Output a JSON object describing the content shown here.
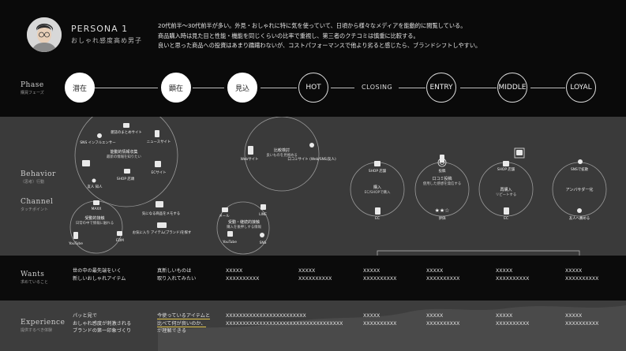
{
  "persona": {
    "title": "PERSONA 1",
    "subtitle": "おしゃれ感度高め男子",
    "description": [
      "20代前半〜30代前半が多い。外見・おしゃれに特に気を使っていて、日頃から様々なメディアを能動的に閲覧している。",
      "商品購入時は見た目と性能・機能を同じくらいの比率で重視し、第三者のクチコミは慎重に比較する。",
      "良いと思った商品への投資はあまり躊躇わないが、コストパフォーマンスで他より劣ると感じたら、ブランドシフトしやすい。"
    ]
  },
  "rows": {
    "phase": {
      "label": "Phase",
      "sub": "購買フェーズ"
    },
    "behavior": {
      "label": "Behavior",
      "sub": "（思考）行動"
    },
    "channel": {
      "label": "Channel",
      "sub": "タッチポイント"
    },
    "wants": {
      "label": "Wants",
      "sub": "求めていること"
    },
    "experience": {
      "label": "Experience",
      "sub": "提供するべき体験"
    }
  },
  "phases": [
    "潜在",
    "顕在",
    "見込",
    "HOT",
    "CLOSING",
    "ENTRY",
    "MIDDLE",
    "LOYAL"
  ],
  "diagram": {
    "clusters": [
      {
        "title": "能動的情報収集",
        "caption": "最新の情報を知りたい",
        "nodes": [
          "SNS インフルエンサー",
          "雑誌のまとめサイト",
          "ニュースサイト",
          "SHOP 店頭",
          "友人 知人",
          "ECサイト"
        ]
      },
      {
        "title": "受動的接触",
        "caption": "日常の中で情報に触れる",
        "nodes": [
          "MAXX",
          "YouTube",
          "EDM",
          "気になる商品をメモする",
          "お気に入り アイテム(ブランド)を探す"
        ]
      },
      {
        "title": "比較検討",
        "caption": "良いものを見極める",
        "nodes": [
          "Webサイト",
          "口コミサイト (Web/SNS/友人)"
        ]
      },
      {
        "title": "受動・継続的接触",
        "caption": "購入を後押しする情報",
        "nodes": [
          "メール",
          "LINE",
          "YouTube",
          "SNS"
        ]
      }
    ],
    "stages": [
      {
        "title": "購入",
        "caption": "EC/SHOPで購入",
        "nodes": [
          "SHOP 店舗",
          "EC"
        ]
      },
      {
        "title": "口コミ投稿",
        "caption": "使用した感想を発信する",
        "nodes": [
          "投稿",
          "評価"
        ]
      },
      {
        "title": "再購入",
        "caption": "リピートする",
        "nodes": [
          "SHOP 店舗",
          "EC"
        ]
      },
      {
        "title": "アンバサダー化",
        "caption": "",
        "nodes": [
          "SNSで拡散",
          "友人へ薦める"
        ]
      }
    ]
  },
  "wants": [
    [
      "世の中の最先端をいく",
      "新しいおしゃれアイテム"
    ],
    [
      "真新しいものは",
      "取り入れてみたい"
    ],
    [
      "XXXXX",
      "XXXXXXXXXX"
    ],
    [
      "XXXXX",
      "XXXXXXXXXX"
    ],
    [
      "XXXXX",
      "XXXXXXXXXX"
    ],
    [
      "XXXXX",
      "XXXXXXXXXX"
    ],
    [
      "XXXXX",
      "XXXXXXXXXX"
    ],
    [
      "XXXXX",
      "XXXXXXXXXX"
    ]
  ],
  "experience": [
    [
      "パッと見で",
      "おしゃれ感度が刺激される",
      "ブランドの第一印象づくり"
    ],
    [
      "今使っているアイテムと",
      "比べて何が良いのか、",
      "が理解できる"
    ],
    [
      "XXXXXXXXXXXXXXXXXXXXXXXX",
      "XXXXXXXXXXXXXXXXXXXXXXXXXXXXXXXXXXX"
    ],
    [
      "XXXXX",
      "XXXXXXXXXX"
    ],
    [
      "XXXXX",
      "XXXXXXXXXX"
    ],
    [
      "XXXXX",
      "XXXXXXXXXX"
    ],
    [
      "XXXXX",
      "XXXXXXXXXX"
    ]
  ],
  "colors": {
    "highlight": "#e3c64a",
    "band_dark": "#0a0a0a",
    "band_gray": "#3a3a3a"
  }
}
